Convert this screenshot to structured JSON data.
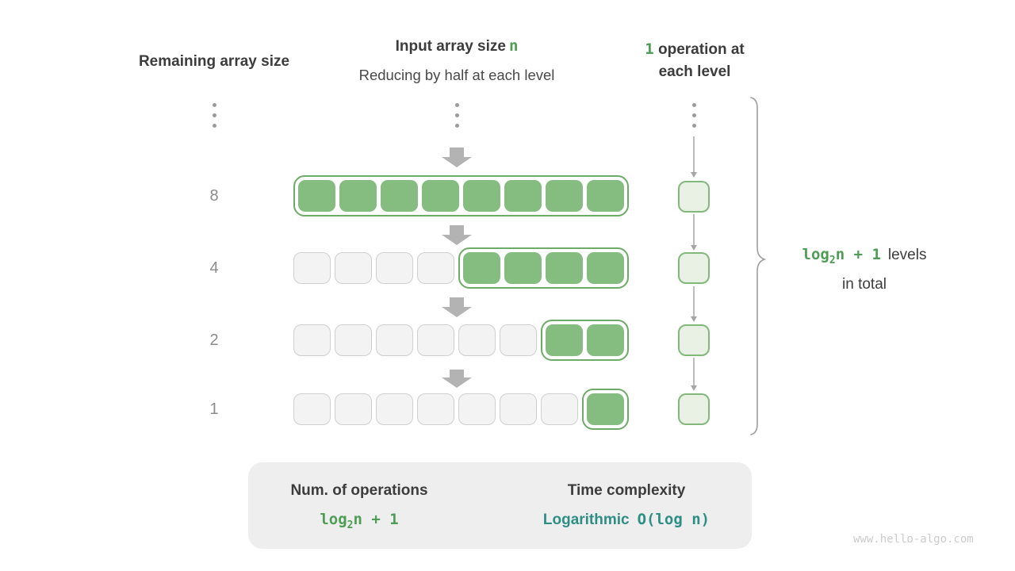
{
  "headers": {
    "left": "Remaining array size",
    "center_line1_prefix": "Input array size",
    "center_line1_n": "n",
    "center_line2": "Reducing by half at each level",
    "right_num": "1",
    "right_line1_rest": " operation at",
    "right_line2": "each level"
  },
  "rows": [
    {
      "label": "8",
      "inactive_count": 0,
      "active_count": 8
    },
    {
      "label": "4",
      "inactive_count": 4,
      "active_count": 4
    },
    {
      "label": "2",
      "inactive_count": 6,
      "active_count": 2
    },
    {
      "label": "1",
      "inactive_count": 7,
      "active_count": 1
    }
  ],
  "ops_column": {
    "box_count": 4
  },
  "brace_note": {
    "formula_log": "log",
    "formula_sub": "2",
    "formula_rest": "n + 1",
    "suffix_line1": "levels",
    "line2": "in total"
  },
  "summary": {
    "left_title": "Num. of operations",
    "left_formula_log": "log",
    "left_formula_sub": "2",
    "left_formula_rest": "n + 1",
    "right_title": "Time complexity",
    "right_name": "Logarithmic",
    "right_big_o": "O(log n)"
  },
  "watermark": "www.hello-algo.com",
  "colors": {
    "green_fill": "#85bc80",
    "green_border": "#6fab68",
    "green_text": "#4e9d55",
    "light_green_fill": "#e8f1e4",
    "light_green_border": "#82b97b",
    "gray_cell_fill": "#f3f3f3",
    "gray_cell_border": "#cfcfcf",
    "heading_text": "#3c3c3c",
    "muted_text": "#8b8b8b",
    "block_arrow": "#b3b3b3",
    "thin_arrow": "#a6a6a6",
    "teal_text": "#2e8e84",
    "panel_bg": "#eeeeee",
    "watermark_text": "#cbcbcb"
  }
}
